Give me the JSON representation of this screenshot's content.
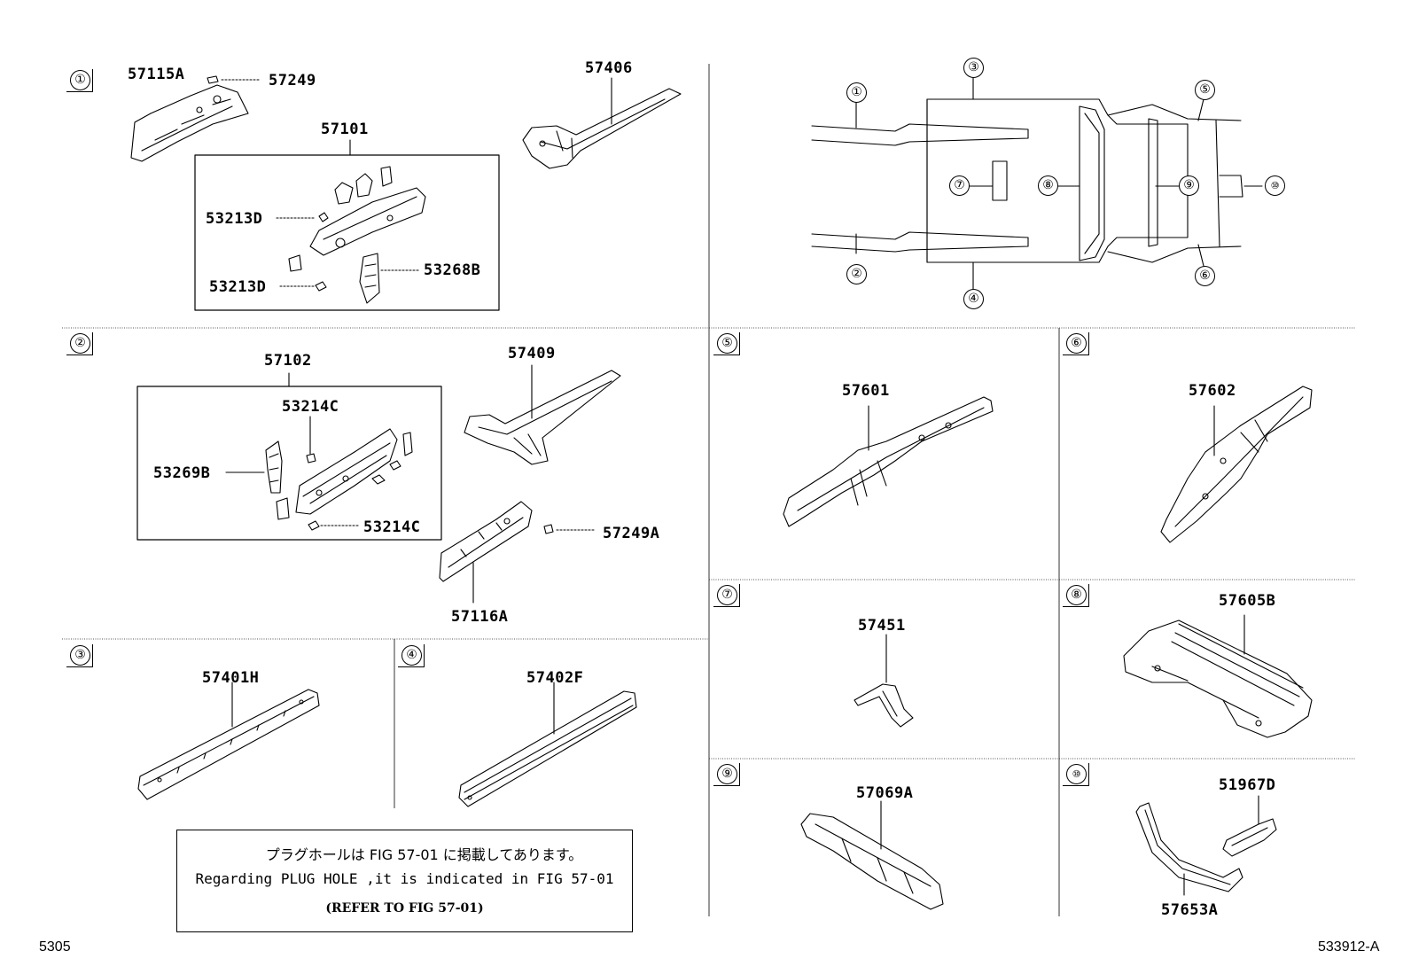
{
  "sections": {
    "s1": {
      "num": "①",
      "labels": {
        "a": "57115A",
        "b": "57249",
        "c": "57101",
        "d": "53213D",
        "e": "53213D",
        "f": "53268B",
        "g": "57406"
      }
    },
    "s2": {
      "num": "②",
      "labels": {
        "a": "57102",
        "b": "53214C",
        "c": "53269B",
        "d": "53214C",
        "e": "57409",
        "f": "57249A",
        "g": "57116A"
      }
    },
    "s3": {
      "num": "③",
      "labels": {
        "a": "57401H"
      }
    },
    "s4": {
      "num": "④",
      "labels": {
        "a": "57402F"
      }
    },
    "s5": {
      "num": "⑤",
      "labels": {
        "a": "57601"
      }
    },
    "s6": {
      "num": "⑥",
      "labels": {
        "a": "57602"
      }
    },
    "s7": {
      "num": "⑦",
      "labels": {
        "a": "57451"
      }
    },
    "s8": {
      "num": "⑧",
      "labels": {
        "a": "57605B"
      }
    },
    "s9": {
      "num": "⑨",
      "labels": {
        "a": "57069A"
      }
    },
    "s10": {
      "num": "⑩",
      "labels": {
        "a": "51967D",
        "b": "57653A"
      }
    }
  },
  "overview_callouts": [
    "①",
    "②",
    "③",
    "④",
    "⑤",
    "⑥",
    "⑦",
    "⑧",
    "⑨",
    "⑩"
  ],
  "note": {
    "line1": "プラグホールは FIG 57-01 に掲載してあります。",
    "line2": "Regarding PLUG HOLE ,it is indicated in FIG 57-01",
    "line3": "(REFER TO FIG 57-01)"
  },
  "footer": {
    "left": "5305",
    "right": "533912-A"
  }
}
